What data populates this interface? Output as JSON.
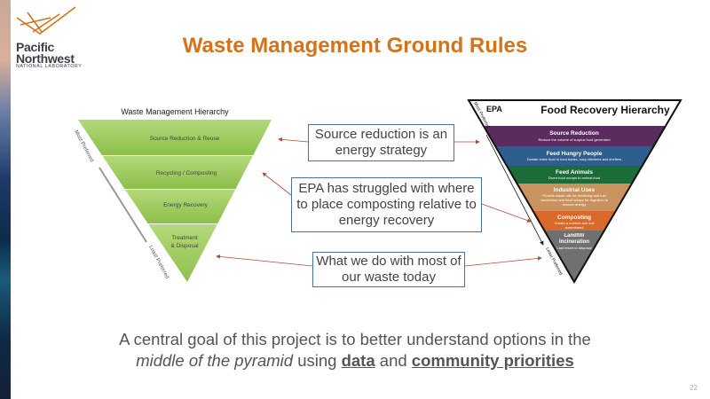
{
  "logo": {
    "line1": "Pacific",
    "line2": "Northwest",
    "line3": "NATIONAL LABORATORY"
  },
  "title": "Waste Management Ground Rules",
  "waste_hierarchy": {
    "title": "Waste Management Hierarchy",
    "levels": [
      "Source Reduction & Reuse",
      "Recycling / Composting",
      "Energy Recovery",
      "Treatment",
      "& Disposal"
    ],
    "most_preferred": "Most Preferred",
    "least_preferred": "Least Preferred"
  },
  "food_hierarchy": {
    "brand": "EPA",
    "title": "Food Recovery Hierarchy",
    "most_preferred": "Most Preferred",
    "least_preferred": "Least Preferred",
    "levels": [
      {
        "name": "Source Reduction",
        "desc": "Reduce the volume of surplus food generated",
        "color": "#5b2a5e"
      },
      {
        "name": "Feed Hungry People",
        "desc": "Donate extra food to food banks, soup kitchens and shelters",
        "color": "#2e5e8e"
      },
      {
        "name": "Feed Animals",
        "desc": "Divert food scraps to animal food",
        "color": "#1e6b3a"
      },
      {
        "name": "Industrial Uses",
        "desc": "Provide waste oils for rendering and fuel conversion and food scraps for digestion to recover energy",
        "color": "#c9935f"
      },
      {
        "name": "Composting",
        "desc": "Create a nutrient-rich soil amendment",
        "color": "#d8692a"
      },
      {
        "name": "Landfill/ Incineration",
        "desc": "Last resort to disposal",
        "color": "#707070"
      }
    ]
  },
  "callouts": [
    "Source reduction is an energy strategy",
    "EPA has struggled with where to place composting relative to energy recovery",
    "What we do with most of our waste today"
  ],
  "goal": {
    "line1": "A central goal of this project is to better understand options in the",
    "italic": "middle of the pyramid",
    "using": " using ",
    "data": "data",
    "and": " and ",
    "priorities": "community priorities"
  },
  "page_number": "22"
}
